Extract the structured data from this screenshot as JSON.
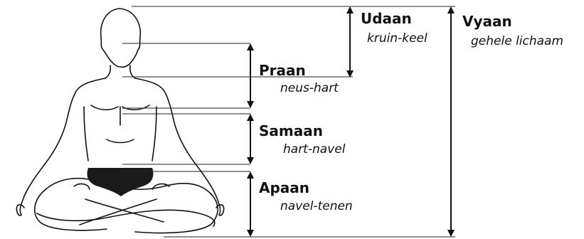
{
  "prana_zones": [
    {
      "name": "Udaan",
      "region": "kruin-keel"
    },
    {
      "name": "Vyaan",
      "region": "gehele lichaam"
    },
    {
      "name": "Praan",
      "region": "neus-hart"
    },
    {
      "name": "Samaan",
      "region": "hart-navel"
    },
    {
      "name": "Apaan",
      "region": "navel-tenen"
    }
  ],
  "figure": {
    "description_icon": "seated-lotus-figure-icon"
  },
  "colors": {
    "line": "#111111",
    "shade": "#1a1a1a",
    "background": "#ffffff"
  }
}
